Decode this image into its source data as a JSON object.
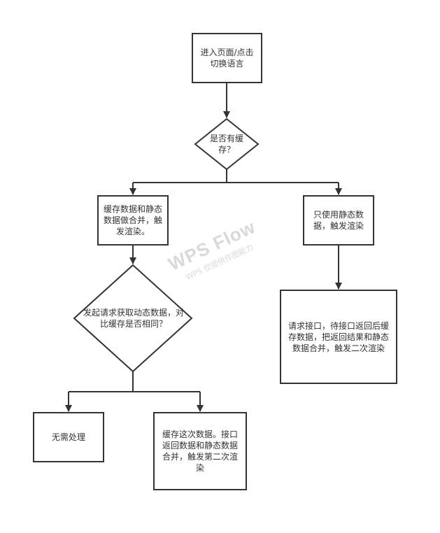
{
  "nodes": {
    "start": "进入页面/点击切换语言",
    "has_cache": "是否有缓存？",
    "merge_cache": "缓存数据和静态数据做合并，触发渲染。",
    "static_only": "只使用静态数据，触发渲染",
    "fetch_compare": "发起请求获取动态数据，对比缓存是否相同？",
    "request_api": "请求接口，待接口返回后缓存数据，把返回结果和静态数据合并，触发二次渲染",
    "no_action": "无需处理",
    "cache_this": "缓存这次数据。接口返回数据和静态数据合并，触发第二次渲染"
  },
  "watermark": {
    "title": "WPS Flow",
    "subtitle": "WPS 仅提供作图能力"
  },
  "colors": {
    "stroke": "#333333",
    "watermark": "#d9d9d9"
  }
}
